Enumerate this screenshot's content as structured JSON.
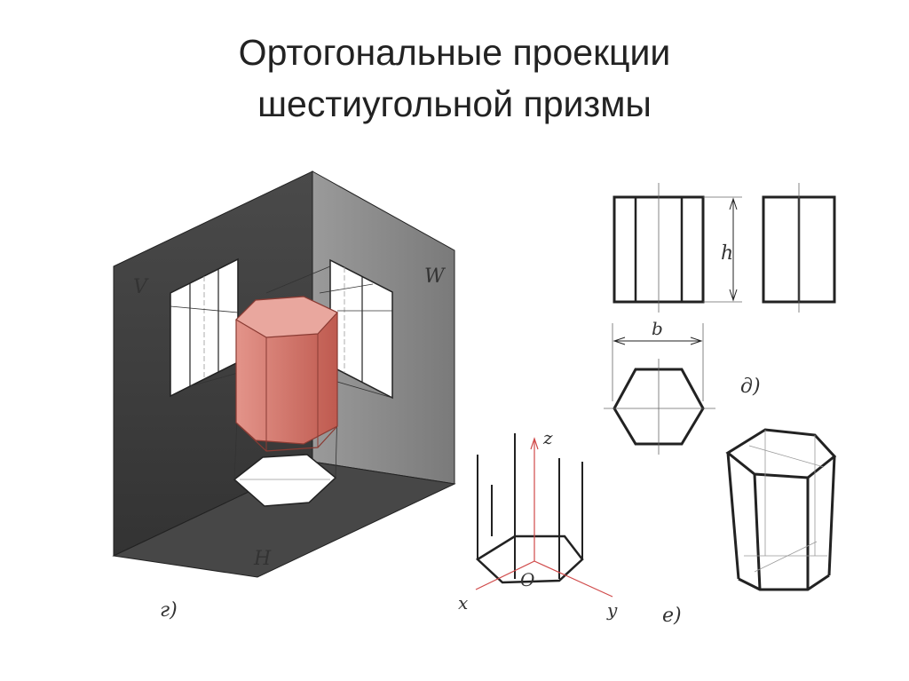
{
  "title": {
    "line1": "Ортогональные проекции",
    "line2": "шестиугольной призмы"
  },
  "figures": {
    "g": {
      "caption": "г)",
      "plane_labels": {
        "v": "V",
        "w": "W",
        "h": "H"
      }
    },
    "d": {
      "caption": "д)",
      "dim_h": "h",
      "dim_b": "b"
    },
    "axes": {
      "origin": "O",
      "x": "x",
      "y": "y",
      "z": "z"
    },
    "e": {
      "caption": "е)"
    }
  },
  "colors": {
    "plane_v": "#3d3d3d",
    "plane_w": "#8a8a8a",
    "plane_h": "#4a4a4a",
    "prism_face": "#d06a5e",
    "prism_top": "#e8a59b",
    "axis_red": "#d04a4a"
  }
}
